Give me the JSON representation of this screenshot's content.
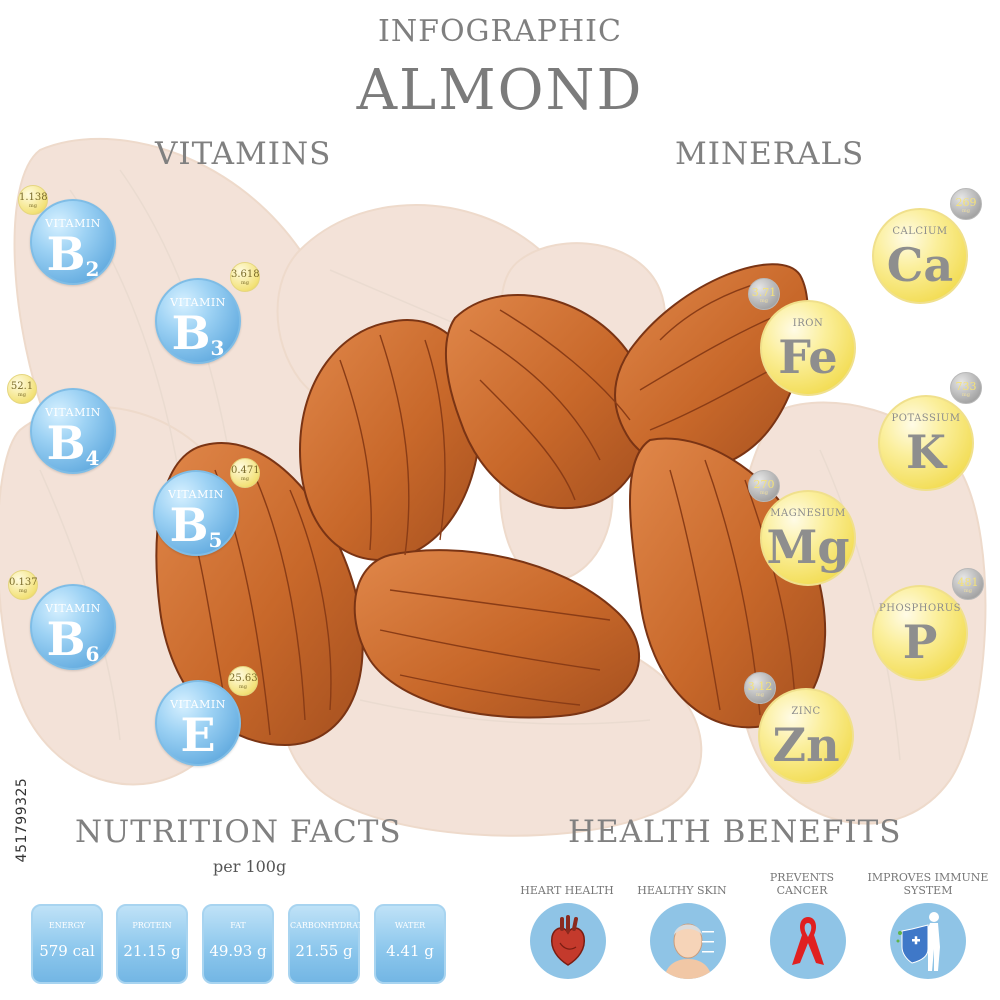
{
  "header": {
    "subtitle": "INFOGRAPHIC",
    "title": "ALMOND"
  },
  "sections": {
    "vitamins": "VITAMINS",
    "minerals": "MINERALS",
    "nutrition": "NUTRITION FACTS",
    "nutrition_per": "per 100g",
    "health": "HEALTH BENEFITS"
  },
  "colors": {
    "vitamin_blue": "#6ab0e2",
    "mineral_yellow": "#f2dc52",
    "almond_brown": "#c8682a",
    "background_almond": "#f3e2d8"
  },
  "vitamins": [
    {
      "label": "VITAMIN",
      "letter": "B",
      "sub": "2",
      "value": "1.138",
      "unit": "mg"
    },
    {
      "label": "VITAMIN",
      "letter": "B",
      "sub": "3",
      "value": "3.618",
      "unit": "mg"
    },
    {
      "label": "VITAMIN",
      "letter": "B",
      "sub": "4",
      "value": "52.1",
      "unit": "mg"
    },
    {
      "label": "VITAMIN",
      "letter": "B",
      "sub": "5",
      "value": "0.471",
      "unit": "mg"
    },
    {
      "label": "VITAMIN",
      "letter": "B",
      "sub": "6",
      "value": "0.137",
      "unit": "mg"
    },
    {
      "label": "VITAMIN",
      "letter": "E",
      "sub": "",
      "value": "25.63",
      "unit": "mg"
    }
  ],
  "minerals": [
    {
      "label": "CALCIUM",
      "symbol": "Ca",
      "value": "269",
      "unit": "mg"
    },
    {
      "label": "IRON",
      "symbol": "Fe",
      "value": "3.71",
      "unit": "mg"
    },
    {
      "label": "POTASSIUM",
      "symbol": "K",
      "value": "733",
      "unit": "mg"
    },
    {
      "label": "MAGNESIUM",
      "symbol": "Mg",
      "value": "270",
      "unit": "mg"
    },
    {
      "label": "PHOSPHORUS",
      "symbol": "P",
      "value": "481",
      "unit": "mg"
    },
    {
      "label": "ZINC",
      "symbol": "Zn",
      "value": "3.12",
      "unit": "mg"
    }
  ],
  "nutrition": [
    {
      "label": "ENERGY",
      "value": "579 cal"
    },
    {
      "label": "PROTEIN",
      "value": "21.15 g"
    },
    {
      "label": "FAT",
      "value": "49.93 g"
    },
    {
      "label": "CARBONHYDRATE",
      "value": "21.55 g"
    },
    {
      "label": "WATER",
      "value": "4.41 g"
    }
  ],
  "benefits": [
    {
      "label": "HEART HEALTH",
      "icon": "heart-organ-icon"
    },
    {
      "label": "HEALTHY SKIN",
      "icon": "face-skin-icon"
    },
    {
      "label": "PREVENTS CANCER",
      "icon": "awareness-ribbon-icon"
    },
    {
      "label": "IMPROVES IMMUNE SYSTEM",
      "icon": "immune-shield-icon"
    }
  ],
  "credit": "451799325"
}
